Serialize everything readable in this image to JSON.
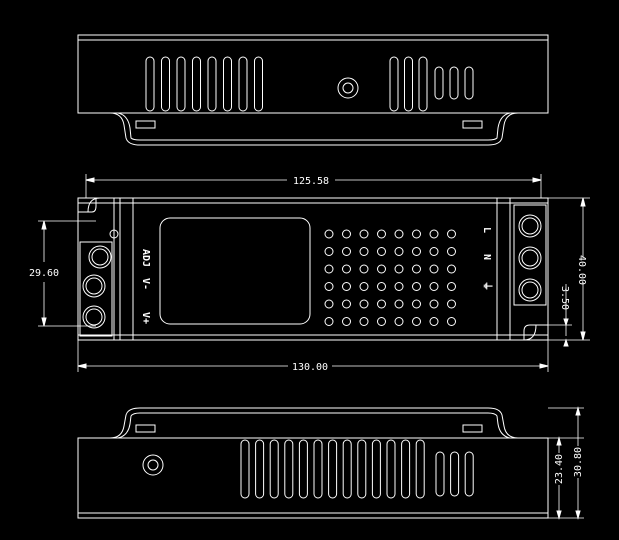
{
  "dimensions": {
    "top_width": "125.58",
    "bottom_width": "130.00",
    "left_height": "29.60",
    "right_height": "40.00",
    "offset": "3.50",
    "bottom_height_inner": "23.40",
    "bottom_height_outer": "30.80"
  },
  "terminal_labels": {
    "adj": "ADJ",
    "v_minus": "V-",
    "v_plus": "V+",
    "l": "L",
    "n": "N",
    "ground": "⏚"
  },
  "colors": {
    "background": "#000000",
    "lines": "#ffffff"
  }
}
